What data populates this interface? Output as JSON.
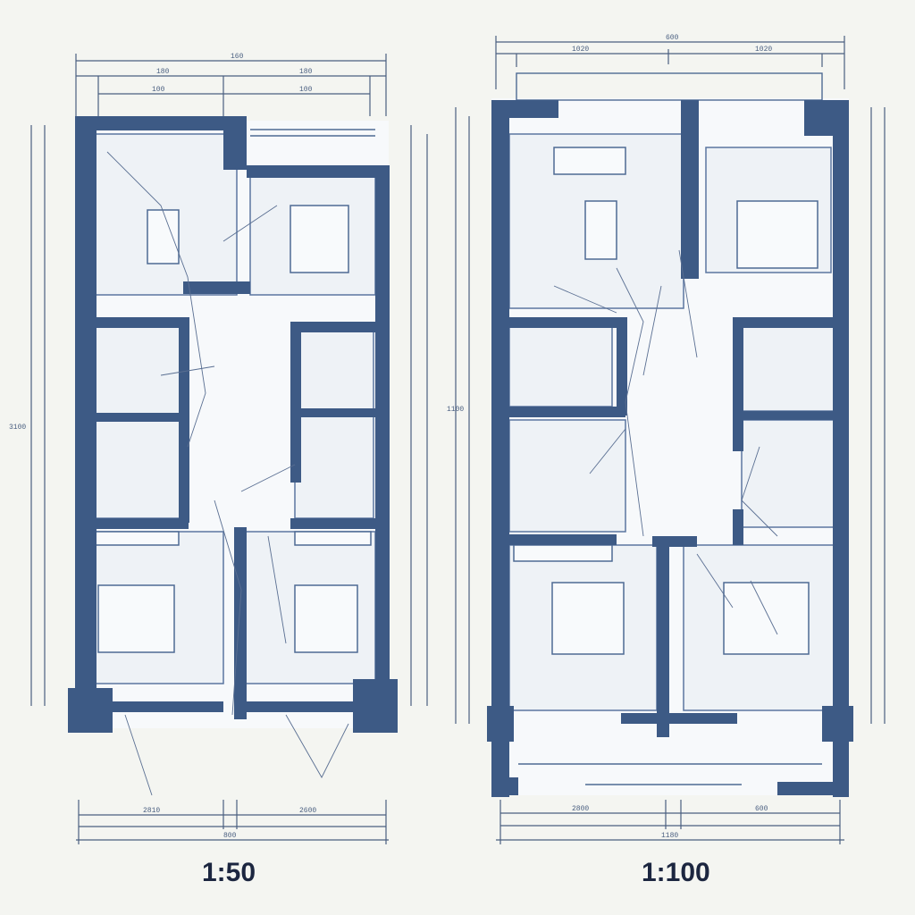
{
  "plan_left": {
    "scale_label": "1:50",
    "dims_top": [
      "160",
      "180",
      "180",
      "100",
      "100"
    ],
    "dims_bottom": [
      "2810",
      "2600",
      "800"
    ],
    "dim_side": "3100"
  },
  "plan_right": {
    "scale_label": "1:100",
    "dims_top": [
      "600",
      "1020",
      "1020"
    ],
    "dims_bottom": [
      "2800",
      "600",
      "1180"
    ],
    "dim_side": "1100"
  },
  "colors": {
    "wall": "#3d5a85",
    "line": "#4a5f80",
    "background": "#f4f5f1",
    "label": "#1c2640"
  }
}
